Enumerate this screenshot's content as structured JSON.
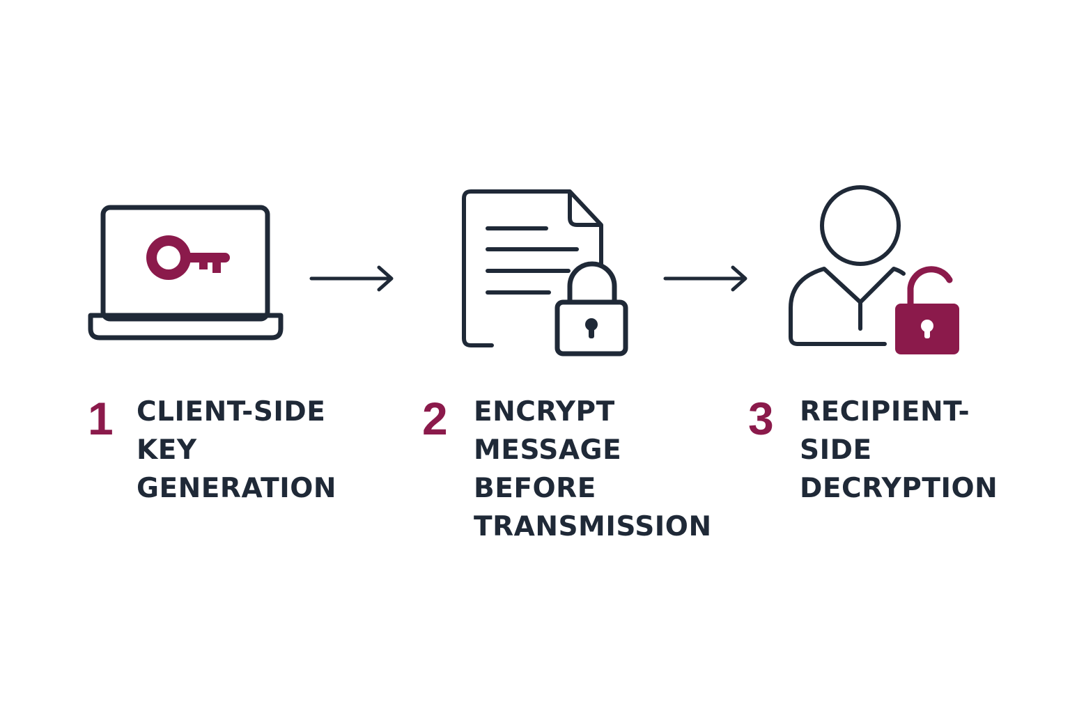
{
  "colors": {
    "ink": "#1f2937",
    "accent": "#8b1a4b",
    "background": "#ffffff"
  },
  "steps": [
    {
      "number": "1",
      "label_lines": [
        "CLIENT-SIDE",
        "KEY",
        "GENERATION"
      ],
      "icon": "laptop-with-key-icon"
    },
    {
      "number": "2",
      "label_lines": [
        "ENCRYPT",
        "MESSAGE",
        "BEFORE",
        "TRANSMISSION"
      ],
      "icon": "document-with-lock-icon"
    },
    {
      "number": "3",
      "label_lines": [
        "RECIPIENT-",
        "SIDE",
        "DECRYPTION"
      ],
      "icon": "user-with-unlocked-padlock-icon"
    }
  ],
  "connectors": [
    "arrow-right-icon",
    "arrow-right-icon"
  ]
}
